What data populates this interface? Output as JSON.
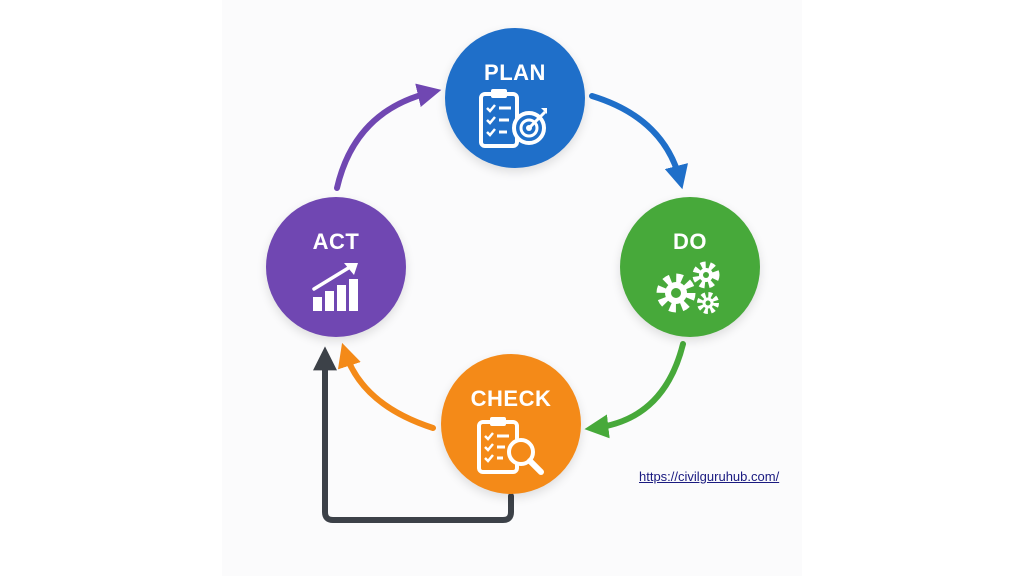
{
  "diagram": {
    "stages": [
      {
        "id": "plan",
        "label": "PLAN",
        "color": "#1f6fc9",
        "icon": "clipboard-target-icon"
      },
      {
        "id": "do",
        "label": "DO",
        "color": "#47a93a",
        "icon": "gears-icon"
      },
      {
        "id": "check",
        "label": "CHECK",
        "color": "#f48a18",
        "icon": "clipboard-magnifier-icon"
      },
      {
        "id": "act",
        "label": "ACT",
        "color": "#7047b2",
        "icon": "rising-bar-chart-icon"
      }
    ],
    "flow": [
      "plan",
      "do",
      "check",
      "act",
      "plan"
    ],
    "feedback_loop": {
      "from": "check",
      "to": "act",
      "color": "#3c4148"
    }
  },
  "source_url": "https://civilguruhub.com/"
}
